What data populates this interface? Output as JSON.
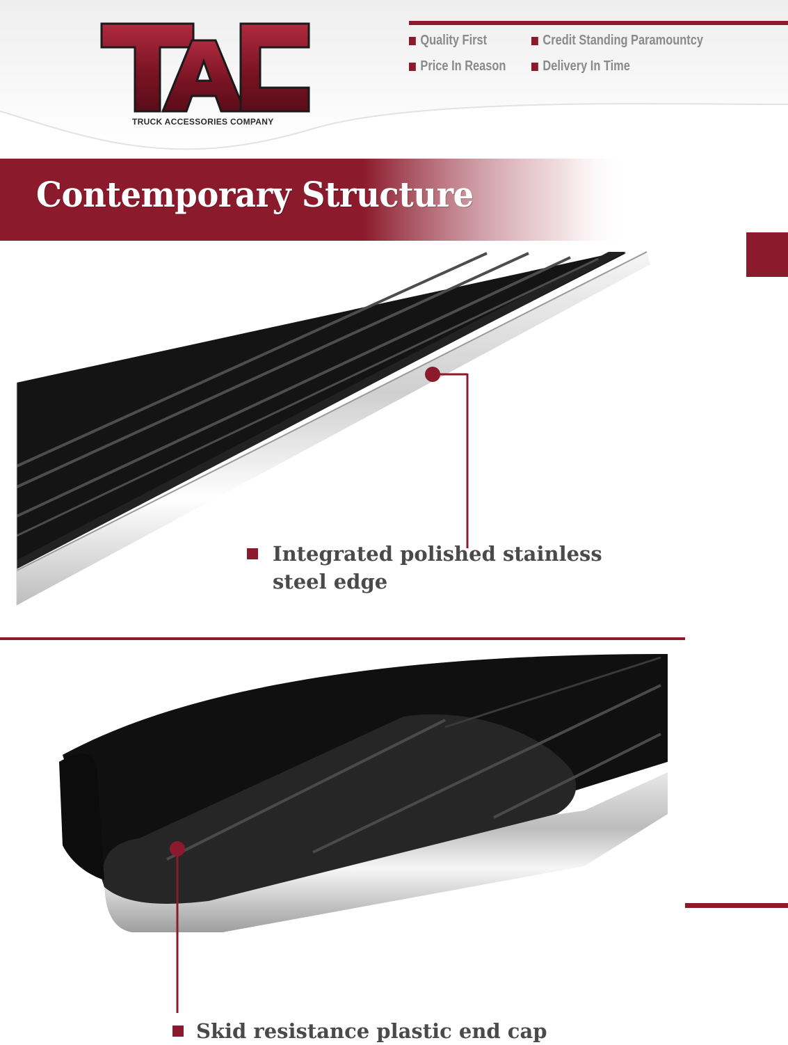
{
  "brand": {
    "logo_text": "TAC",
    "subtitle": "TRUCK ACCESSORIES COMPANY",
    "accent_color": "#8b1a2c"
  },
  "taglines": [
    "Quality First",
    "Credit Standing Paramountcy",
    "Price In Reason",
    "Delivery In Time"
  ],
  "banner": {
    "title": "Contemporary Structure"
  },
  "features": [
    {
      "label_line1": "Integrated polished stainless",
      "label_line2": "steel edge",
      "icon": "dot-marker-icon"
    },
    {
      "label": "Skid resistance plastic end cap",
      "icon": "dot-marker-icon"
    }
  ]
}
